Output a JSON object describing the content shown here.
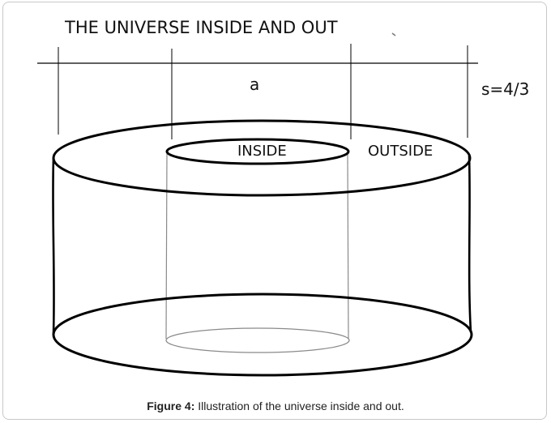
{
  "diagram": {
    "title": "THE UNIVERSE INSIDE AND OUT",
    "label_a": "a",
    "label_s": "s=4/3",
    "label_inside": "INSIDE",
    "label_outside": "OUTSIDE"
  },
  "caption": {
    "prefix": "Figure 4:",
    "text": " Illustration of the universe inside and out."
  },
  "colors": {
    "stroke": "#000000",
    "inner_stroke": "#8a8a8a",
    "frame": "#c8c8c8"
  }
}
